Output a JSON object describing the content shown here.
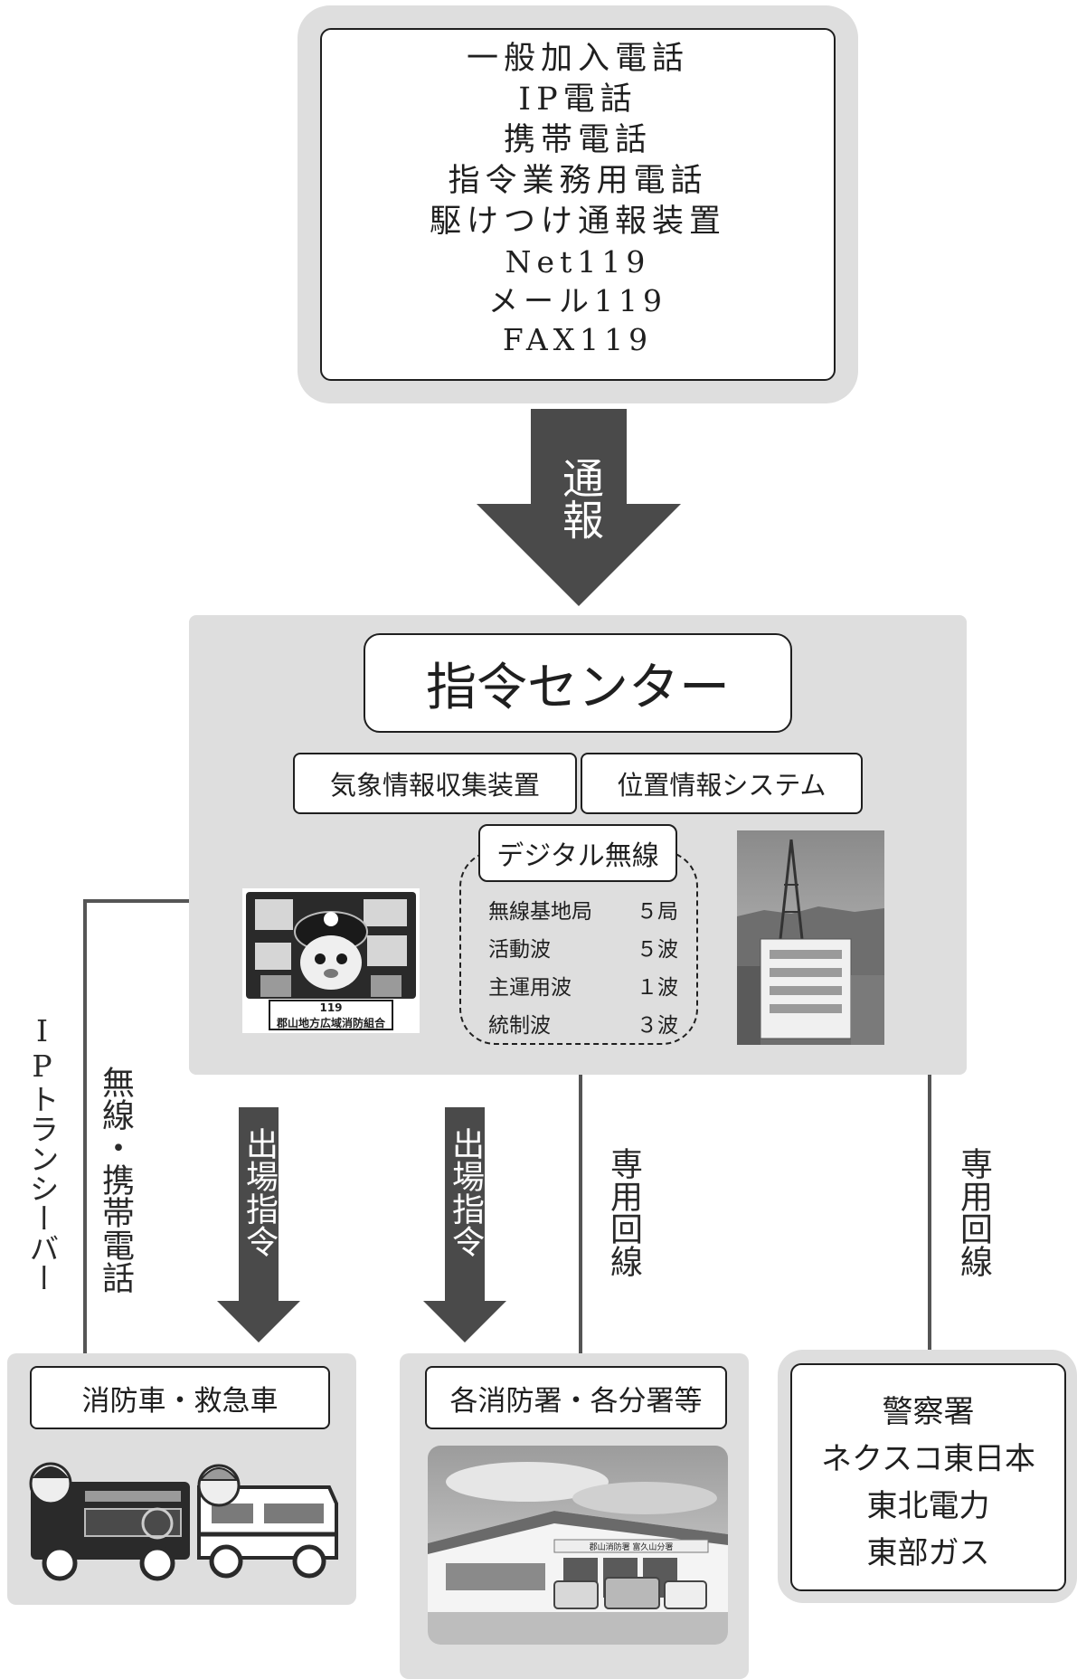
{
  "sources": [
    "一般加入電話",
    "IP電話",
    "携帯電話",
    "指令業務用電話",
    "駆けつけ通報装置",
    "Net119",
    "メール119",
    "FAX119"
  ],
  "report_arrow": {
    "label": "通報"
  },
  "center": {
    "title": "指令センター",
    "systems": [
      "気象情報収集装置",
      "位置情報システム"
    ],
    "mascot": {
      "badge": "119",
      "caption": "郡山地方広域消防組合"
    },
    "digital_radio": {
      "label": "デジタル無線",
      "rows": [
        {
          "name": "無線基地局",
          "value": "５局"
        },
        {
          "name": "活動波",
          "value": "５波"
        },
        {
          "name": "主運用波",
          "value": "１波"
        },
        {
          "name": "統制波",
          "value": "３波"
        }
      ]
    }
  },
  "links": {
    "ip_transceiver": "IPトランシーバー",
    "radio_mobile": "無線・携帯電話",
    "dispatch_1": "出場指令",
    "dispatch_2": "出場指令",
    "dedicated_line_1": "専用回線",
    "dedicated_line_2": "専用回線"
  },
  "vehicles": {
    "title": "消防車・救急車"
  },
  "stations": {
    "title": "各消防署・各分署等",
    "sign": "郡山消防署 富久山分署"
  },
  "agencies": [
    "警察署",
    "ネクスコ東日本",
    "東北電力",
    "東部ガス"
  ],
  "colors": {
    "panel": "#dedede",
    "arrow": "#4a4a4a",
    "line": "#555555",
    "ink": "#1f1f1f"
  }
}
